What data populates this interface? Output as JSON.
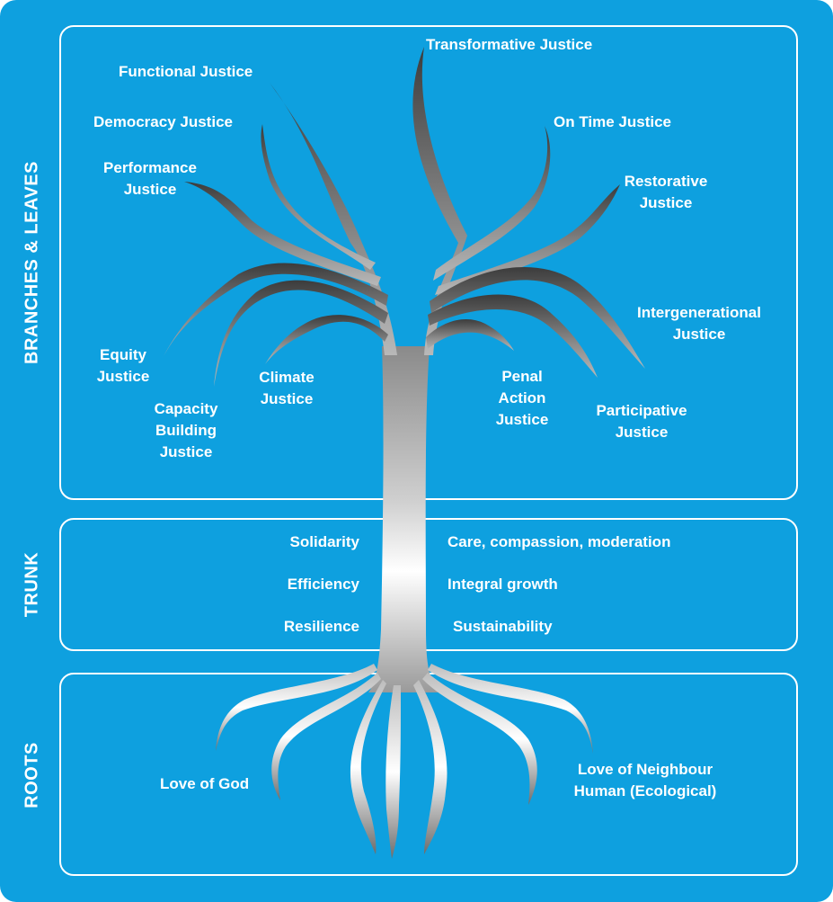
{
  "sections": {
    "branches": "BRANCHES & LEAVES",
    "trunk": "TRUNK",
    "roots": "ROOTS"
  },
  "branches": {
    "transformative": "Transformative Justice",
    "functional": "Functional Justice",
    "democracy": "Democracy Justice",
    "performance": "Performance\nJustice",
    "on_time": "On Time Justice",
    "restorative": "Restorative\nJustice",
    "intergenerational": "Intergenerational\nJustice",
    "equity": "Equity\nJustice",
    "capacity": "Capacity\nBuilding\nJustice",
    "climate": "Climate\nJustice",
    "penal": "Penal\nAction\nJustice",
    "participative": "Participative\nJustice"
  },
  "trunk": {
    "solidarity": "Solidarity",
    "efficiency": "Efficiency",
    "resilience": "Resilience",
    "care": "Care, compassion, moderation",
    "integral_growth": "Integral growth",
    "sustainability": "Sustainability"
  },
  "roots": {
    "love_of_god": "Love of God",
    "love_of_neighbour": "Love of Neighbour\nHuman  (Ecological)"
  },
  "colors": {
    "background": "#0ea0df",
    "text": "#ffffff",
    "tree_dark": "#4a4a4a",
    "tree_light": "#ffffff"
  }
}
